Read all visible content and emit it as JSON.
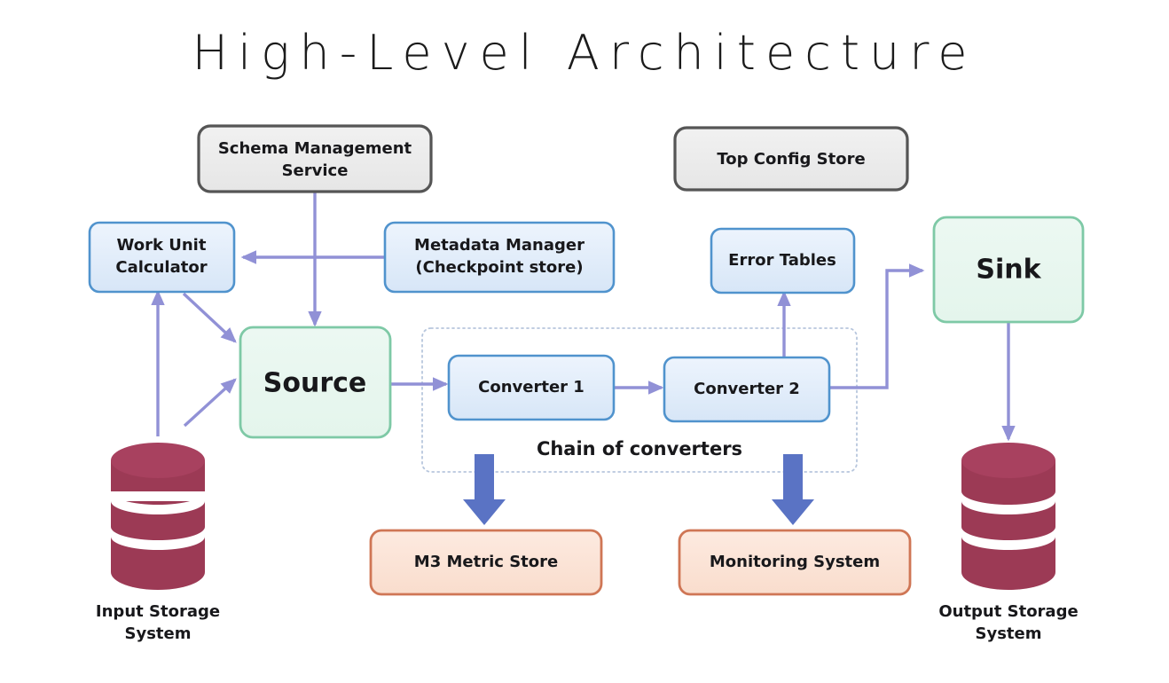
{
  "title": "High-Level Architecture",
  "colors": {
    "background": "#ffffff",
    "blue_border": "#5093cd",
    "blue_fill_top": "#eaf3fd",
    "blue_fill_bottom": "#d8e7f8",
    "gray_border": "#555555",
    "gray_fill": "#ececec",
    "green_border": "#7ec9a6",
    "green_fill": "#e9f7f0",
    "orange_border": "#cf7655",
    "orange_fill": "#fbe6da",
    "arrow_thin": "#9191d6",
    "arrow_thick": "#5a73c4",
    "dotted_border": "#b7c6dd",
    "database": "#9c3a55",
    "database_top": "#a8415f",
    "text": "#18181b"
  },
  "nodes": {
    "schema_management_service": {
      "label_line1": "Schema Management",
      "label_line2": "Service",
      "style": "gray"
    },
    "top_config_store": {
      "label_line1": "Top Config Store",
      "style": "gray"
    },
    "work_unit_calculator": {
      "label_line1": "Work Unit",
      "label_line2": "Calculator",
      "style": "blue"
    },
    "metadata_manager": {
      "label_line1": "Metadata Manager",
      "label_line2": "(Checkpoint store)",
      "style": "blue"
    },
    "error_tables": {
      "label_line1": "Error Tables",
      "style": "blue"
    },
    "source": {
      "label_line1": "Source",
      "style": "green"
    },
    "sink": {
      "label_line1": "Sink",
      "style": "green"
    },
    "converter_1": {
      "label_line1": "Converter 1",
      "style": "blue"
    },
    "converter_2": {
      "label_line1": "Converter 2",
      "style": "blue"
    },
    "m3_metric_store": {
      "label_line1": "M3 Metric Store",
      "style": "orange"
    },
    "monitoring_system": {
      "label_line1": "Monitoring System",
      "style": "orange"
    }
  },
  "groups": {
    "chain_of_converters": {
      "caption": "Chain of converters"
    }
  },
  "databases": {
    "input_storage_system": {
      "label_line1": "Input Storage",
      "label_line2": "System"
    },
    "output_storage_system": {
      "label_line1": "Output Storage",
      "label_line2": "System"
    }
  },
  "icons": {
    "database": "database-cylinder-icon",
    "arrow_head": "arrowhead-icon"
  }
}
